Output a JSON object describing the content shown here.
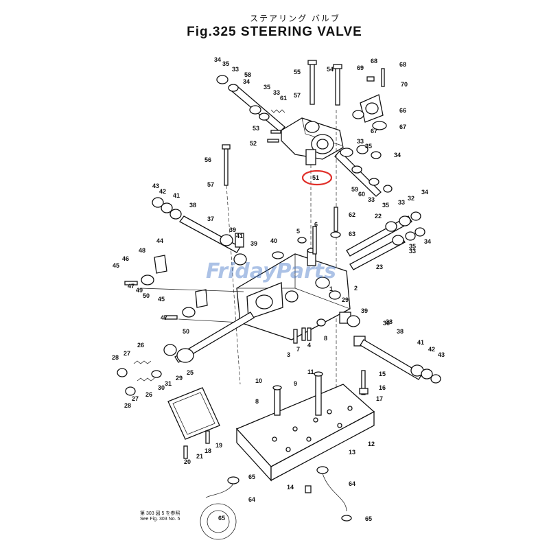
{
  "title": {
    "japanese": "ステアリング バルブ",
    "main": "Fig.325 STEERING VALVE"
  },
  "watermark": "FridayParts",
  "reference_note": {
    "line1": "第 303 図 5 を参照",
    "line2": "See Fig. 303 No. 5"
  },
  "highlight": {
    "label": "51",
    "color": "#e0302a"
  },
  "part_labels": [
    "1",
    "2",
    "3",
    "4",
    "5",
    "6",
    "7",
    "8",
    "9",
    "10",
    "11",
    "12",
    "13",
    "14",
    "15",
    "16",
    "17",
    "18",
    "19",
    "20",
    "21",
    "22",
    "23",
    "25",
    "26",
    "27",
    "28",
    "29",
    "30",
    "31",
    "32",
    "33",
    "34",
    "35",
    "36",
    "37",
    "38",
    "39",
    "40",
    "41",
    "42",
    "43",
    "44",
    "45",
    "46",
    "47",
    "48",
    "49",
    "50",
    "51",
    "52",
    "53",
    "54",
    "55",
    "56",
    "57",
    "58",
    "59",
    "60",
    "61",
    "62",
    "63",
    "64",
    "65",
    "66",
    "67",
    "68",
    "69",
    "70"
  ]
}
